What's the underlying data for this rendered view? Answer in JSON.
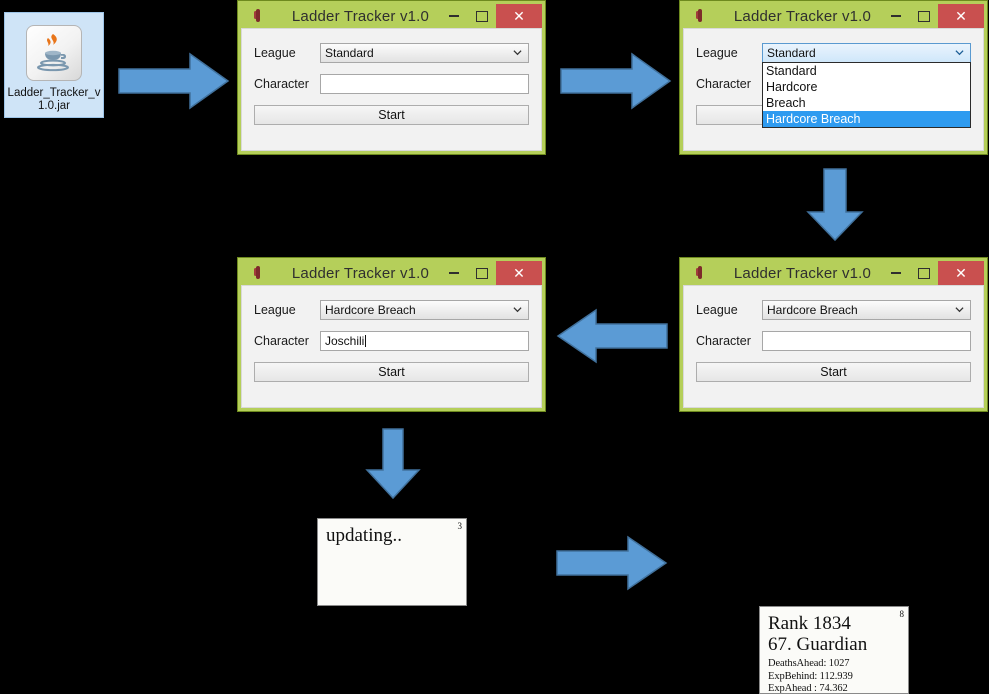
{
  "desktop_icon": {
    "label": "Ladder_Tracker_v\n1.0.jar",
    "label_line1": "Ladder_Tracker_v",
    "label_line2": "1.0.jar",
    "icon": "java-jar-icon"
  },
  "colors": {
    "arrow_fill": "#5b9bd5",
    "arrow_border": "#41719c",
    "window_frame": "#b5cf5a",
    "close_button": "#c9504f",
    "dropdown_highlight": "#2e9bf0",
    "desktop_background": "#000000",
    "icon_selection": "#cfe4f7"
  },
  "window": {
    "title": "Ladder Tracker v1.0",
    "minimize_label": "–",
    "maximize_label": "□",
    "close_label": "✕",
    "league_label": "League",
    "character_label": "Character",
    "start_label": "Start"
  },
  "steps": [
    {
      "id": "step1-initial",
      "league_value": "Standard",
      "character_value": "",
      "dropdown_open": false
    },
    {
      "id": "step2-dropdown-open",
      "league_value": "Standard",
      "character_value": "",
      "dropdown_open": true,
      "dropdown_options": [
        "Standard",
        "Hardcore",
        "Breach",
        "Hardcore Breach"
      ],
      "dropdown_selected": "Hardcore Breach"
    },
    {
      "id": "step3-league-chosen",
      "league_value": "Hardcore Breach",
      "character_value": "",
      "dropdown_open": false
    },
    {
      "id": "step4-character-typed",
      "league_value": "Hardcore Breach",
      "character_value": "Joschili",
      "dropdown_open": false
    }
  ],
  "updating_panel": {
    "text": "updating..",
    "badge": "3"
  },
  "result_panel": {
    "rank_line": "Rank 1834",
    "class_line": "67. Guardian",
    "badge": "8",
    "stats": [
      "DeathsAhead: 1027",
      "ExpBehind: 112.939",
      "ExpAhead :   74.362"
    ]
  },
  "arrows": [
    {
      "name": "arrow-icon-to-window1",
      "direction": "right"
    },
    {
      "name": "arrow-window1-to-dropdown",
      "direction": "right"
    },
    {
      "name": "arrow-dropdown-to-selected",
      "direction": "down"
    },
    {
      "name": "arrow-selected-to-typed",
      "direction": "left"
    },
    {
      "name": "arrow-typed-to-updating",
      "direction": "down"
    },
    {
      "name": "arrow-updating-to-result",
      "direction": "right"
    }
  ]
}
